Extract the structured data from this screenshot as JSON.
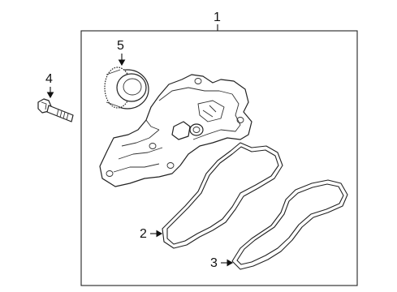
{
  "callouts": [
    {
      "id": "1",
      "label": "1"
    },
    {
      "id": "2",
      "label": "2"
    },
    {
      "id": "3",
      "label": "3"
    },
    {
      "id": "4",
      "label": "4"
    },
    {
      "id": "5",
      "label": "5"
    }
  ],
  "colors": {
    "line": "#222222",
    "background": "#ffffff"
  }
}
